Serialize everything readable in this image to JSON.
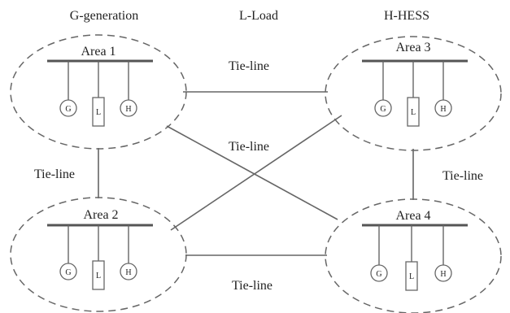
{
  "legend": {
    "generation": "G-generation",
    "load": "L-Load",
    "hess": "H-HESS"
  },
  "areas": [
    {
      "label": "Area 1",
      "generator": "G",
      "load": "L",
      "hess": "H"
    },
    {
      "label": "Area 2",
      "generator": "G",
      "load": "L",
      "hess": "H"
    },
    {
      "label": "Area 3",
      "generator": "G",
      "load": "L",
      "hess": "H"
    },
    {
      "label": "Area 4",
      "generator": "G",
      "load": "L",
      "hess": "H"
    }
  ],
  "tie_lines": {
    "top": "Tie-line",
    "middle": "Tie-line",
    "left": "Tie-line",
    "right": "Tie-line",
    "bottom": "Tie-line"
  },
  "colors": {
    "line": "#666666",
    "text": "#222222"
  }
}
